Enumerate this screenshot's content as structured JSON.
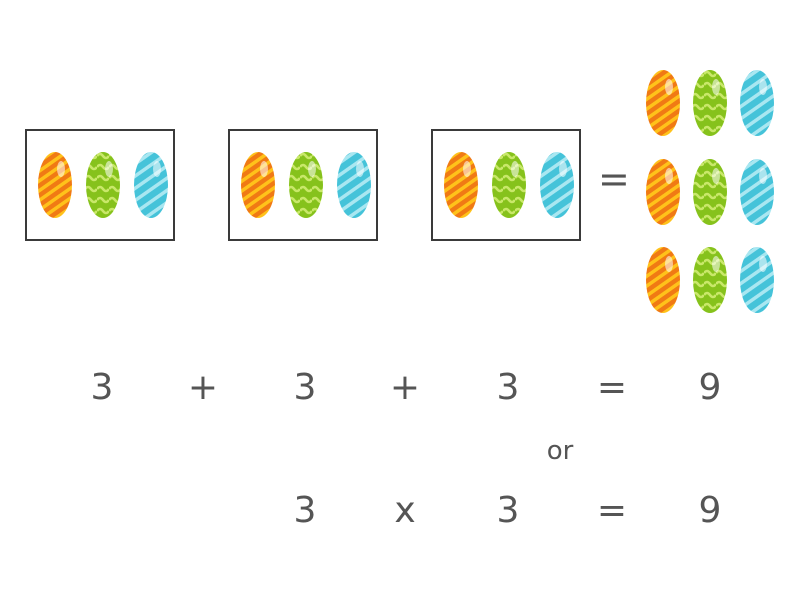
{
  "groups": [
    {
      "eggs": [
        "orange-striped-egg-icon",
        "green-wavy-egg-icon",
        "blue-striped-egg-icon"
      ]
    },
    {
      "eggs": [
        "orange-striped-egg-icon",
        "green-wavy-egg-icon",
        "blue-striped-egg-icon"
      ]
    },
    {
      "eggs": [
        "orange-striped-egg-icon",
        "green-wavy-egg-icon",
        "blue-striped-egg-icon"
      ]
    }
  ],
  "picture_equals": "=",
  "result_grid": {
    "rows": 3,
    "cols": 3,
    "egg_kinds": [
      "orange-striped-egg-icon",
      "green-wavy-egg-icon",
      "blue-striped-egg-icon"
    ]
  },
  "addition_equation": {
    "tokens": [
      "3",
      "+",
      "3",
      "+",
      "3",
      "=",
      "9"
    ]
  },
  "or_label": "or",
  "multiplication_equation": {
    "tokens": [
      "3",
      "x",
      "3",
      "=",
      "9"
    ]
  },
  "colors": {
    "orange": "#f07a14",
    "orange_stripe": "#ffc21a",
    "green": "#86c21c",
    "green_wave": "#c9e86a",
    "blue": "#45c3d9",
    "blue_stripe": "#a9e7f1",
    "text": "#555555",
    "box_border": "#3a3a3a"
  }
}
